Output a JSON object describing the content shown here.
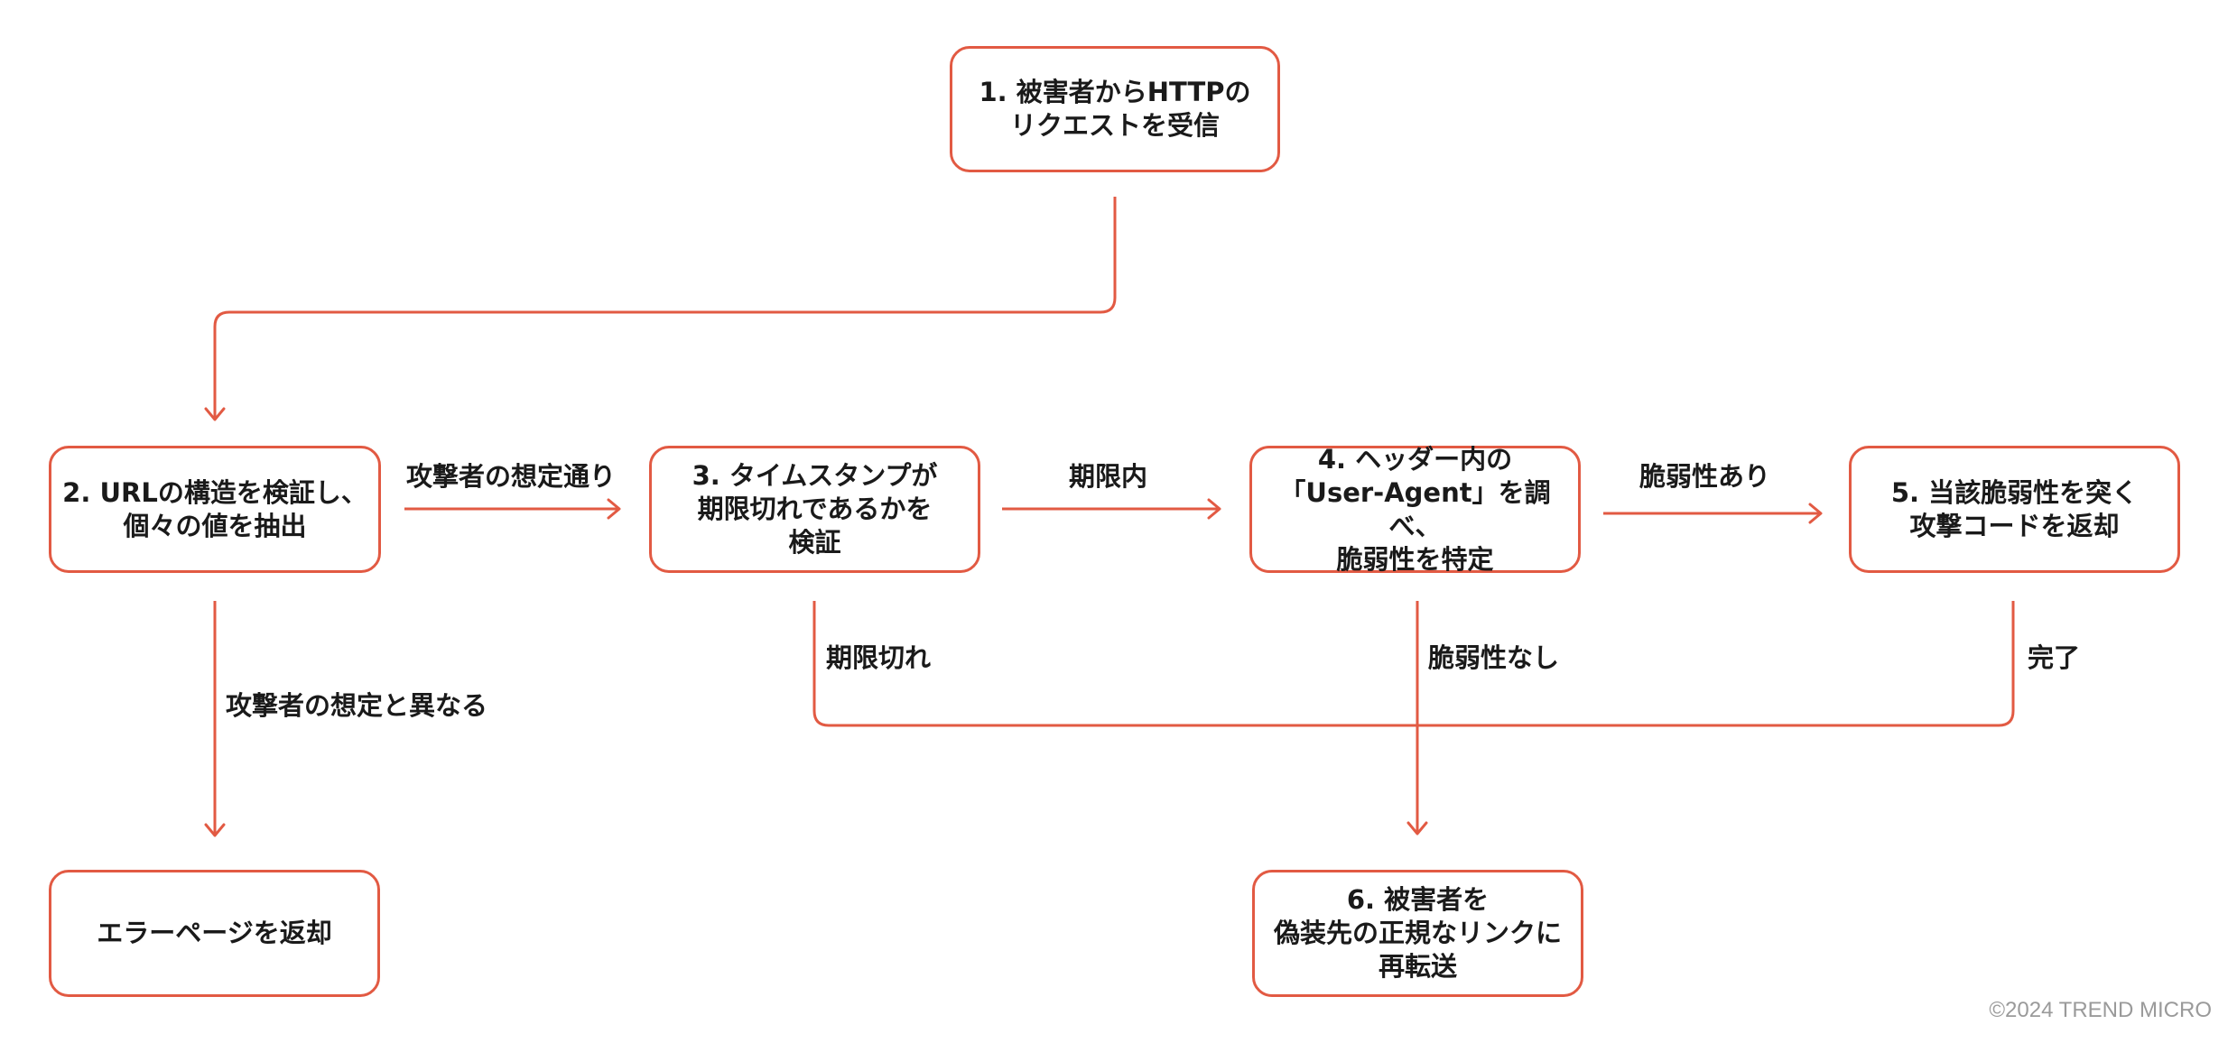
{
  "nodes": {
    "n1": "1. 被害者からHTTPの\nリクエストを受信",
    "n2": "2. URLの構造を検証し、\n個々の値を抽出",
    "n3": "3. タイムスタンプが\n期限切れであるかを\n検証",
    "n4": "4. ヘッダー内の\n「User-Agent」を調べ、\n脆弱性を特定",
    "n5": "5. 当該脆弱性を突く\n攻撃コードを返却",
    "n6": "6. 被害者を\n偽装先の正規なリンクに\n再転送",
    "error": "エラーページを返却"
  },
  "edge_labels": {
    "n2_to_n3": "攻撃者の想定通り",
    "n3_to_n4": "期限内",
    "n4_to_n5": "脆弱性あり",
    "n2_to_error": "攻撃者の想定と異なる",
    "n3_expired": "期限切れ",
    "n4_not_vulnerable": "脆弱性なし",
    "n5_done": "完了"
  },
  "colors": {
    "accent": "#e25a43",
    "text": "#1a1a1a",
    "copyright": "#9a9a9a"
  },
  "copyright": "©2024 TREND MICRO"
}
